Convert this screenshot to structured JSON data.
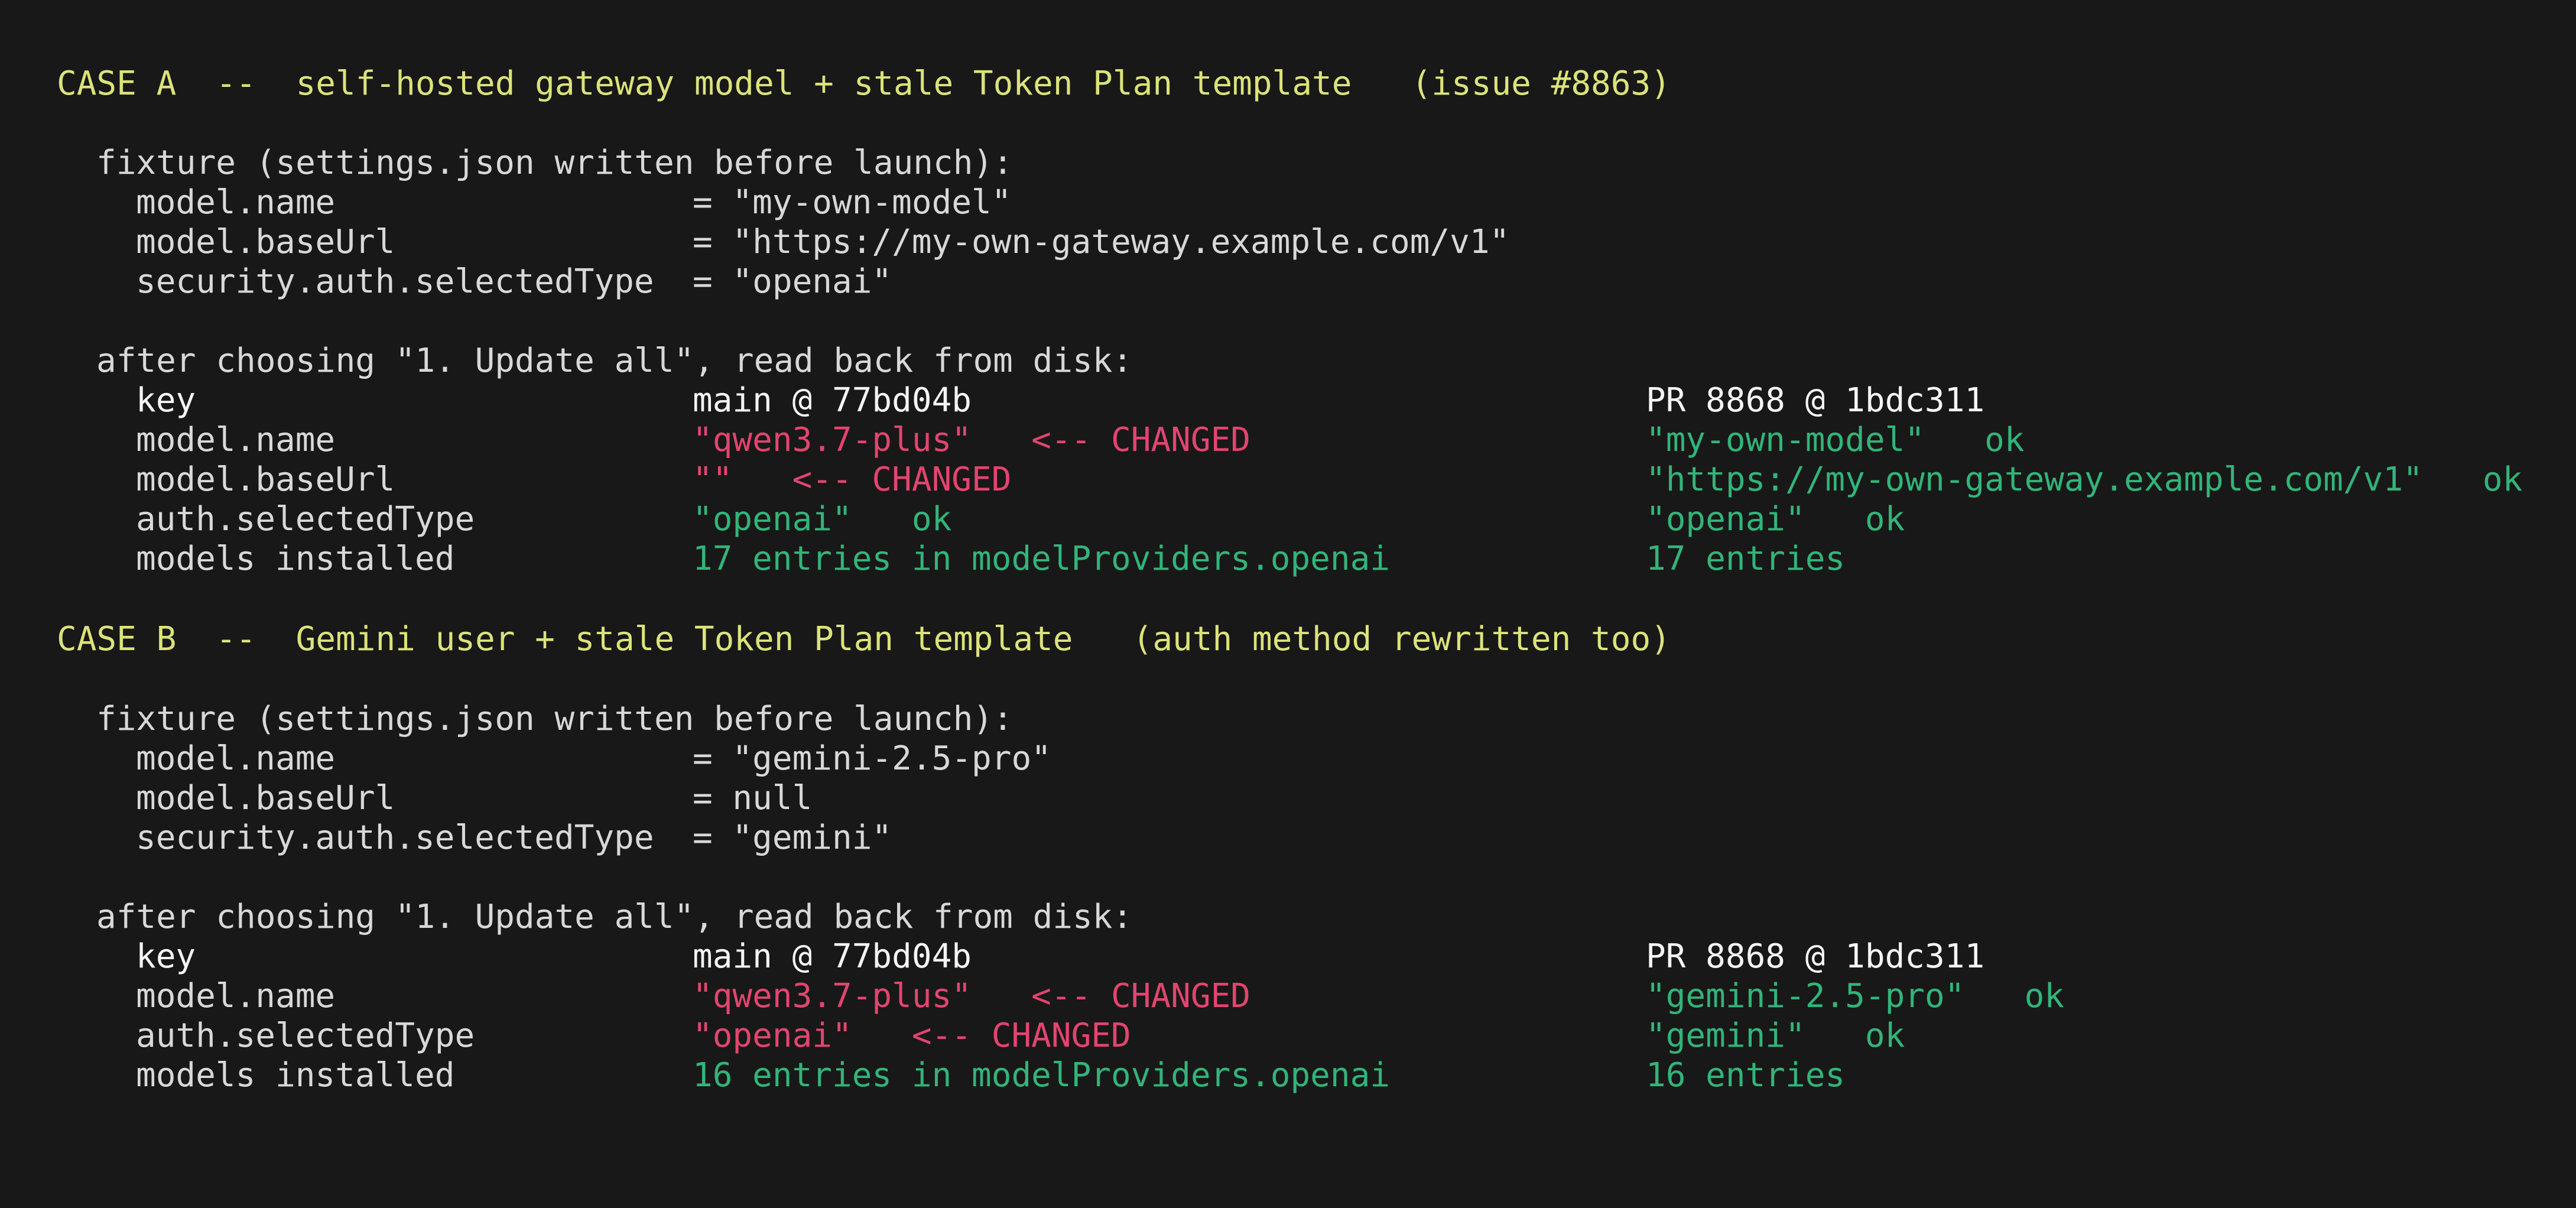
{
  "colors": {
    "background": "#181818",
    "heading": "#dbe37a",
    "plain": "#d8d8d8",
    "header_text": "#f4f4f4",
    "changed": "#e2456f",
    "ok": "#32b47a"
  },
  "case_a": {
    "title": "CASE A  --  self-hosted gateway model + stale Token Plan template   (issue #8863)",
    "fixture_label": "fixture (settings.json written before launch):",
    "fixture": [
      {
        "key": "model.name",
        "value": "= \"my-own-model\""
      },
      {
        "key": "model.baseUrl",
        "value": "= \"https://my-own-gateway.example.com/v1\""
      },
      {
        "key": "security.auth.selectedType",
        "value": "= \"openai\""
      }
    ],
    "after_label": "after choosing \"1. Update all\", read back from disk:",
    "header": {
      "key": "key",
      "main": "main @ 77bd04b",
      "pr": "PR 8868 @ 1bdc311"
    },
    "rows": [
      {
        "key": "model.name",
        "main": "\"qwen3.7-plus\"   <-- CHANGED",
        "pr": "\"my-own-model\"   ok"
      },
      {
        "key": "model.baseUrl",
        "main": "\"\"   <-- CHANGED",
        "pr": "\"https://my-own-gateway.example.com/v1\"   ok"
      },
      {
        "key": "auth.selectedType",
        "main": "\"openai\"   ok",
        "pr": "\"openai\"   ok"
      },
      {
        "key": "models installed",
        "main": "17 entries in modelProviders.openai",
        "pr": "17 entries"
      }
    ]
  },
  "case_b": {
    "title": "CASE B  --  Gemini user + stale Token Plan template   (auth method rewritten too)",
    "fixture_label": "fixture (settings.json written before launch):",
    "fixture": [
      {
        "key": "model.name",
        "value": "= \"gemini-2.5-pro\""
      },
      {
        "key": "model.baseUrl",
        "value": "= null"
      },
      {
        "key": "security.auth.selectedType",
        "value": "= \"gemini\""
      }
    ],
    "after_label": "after choosing \"1. Update all\", read back from disk:",
    "header": {
      "key": "key",
      "main": "main @ 77bd04b",
      "pr": "PR 8868 @ 1bdc311"
    },
    "rows": [
      {
        "key": "model.name",
        "main": "\"qwen3.7-plus\"   <-- CHANGED",
        "pr": "\"gemini-2.5-pro\"   ok"
      },
      {
        "key": "auth.selectedType",
        "main": "\"openai\"   <-- CHANGED",
        "pr": "\"gemini\"   ok"
      },
      {
        "key": "models installed",
        "main": "16 entries in modelProviders.openai",
        "pr": "16 entries"
      }
    ]
  }
}
